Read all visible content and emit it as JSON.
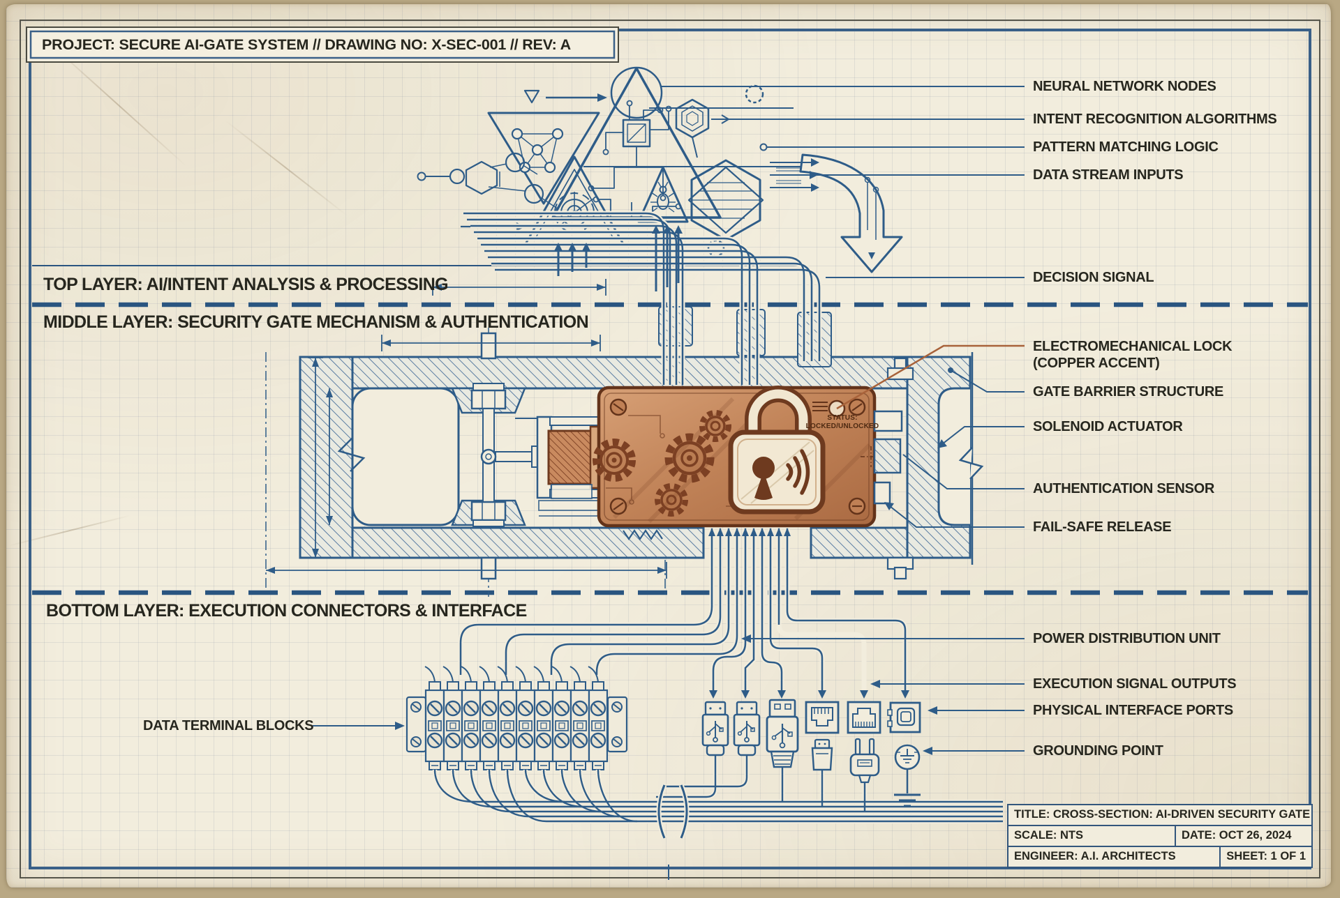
{
  "banner": {
    "text": "PROJECT: SECURE AI-GATE SYSTEM // DRAWING NO: X-SEC-001 // REV: A"
  },
  "layers": {
    "top": "TOP LAYER: AI/INTENT ANALYSIS & PROCESSING",
    "middle": "MIDDLE LAYER: SECURITY GATE MECHANISM & AUTHENTICATION",
    "bottom": "BOTTOM LAYER: EXECUTION CONNECTORS & INTERFACE"
  },
  "callouts": {
    "neural": "NEURAL NETWORK NODES",
    "intent": "INTENT RECOGNITION ALGORITHMS",
    "pattern": "PATTERN MATCHING LOGIC",
    "data_stream": "DATA STREAM INPUTS",
    "decision": "DECISION SIGNAL",
    "electro_lock": "ELECTROMECHANICAL LOCK\n(COPPER ACCENT)",
    "gate_barrier": "GATE BARRIER STRUCTURE",
    "solenoid": "SOLENOID ACTUATOR",
    "auth_sensor": "AUTHENTICATION SENSOR",
    "fail_safe": "FAIL-SAFE RELEASE",
    "power": "POWER DISTRIBUTION UNIT",
    "exec_outputs": "EXECUTION SIGNAL OUTPUTS",
    "interface_ports": "PHYSICAL INTERFACE PORTS",
    "grounding": "GROUNDING POINT",
    "terminal_blocks": "DATA TERMINAL BLOCKS"
  },
  "lock": {
    "status_line1": "STATUS:",
    "status_line2": "LOCKED/UNLOCKED"
  },
  "title_block": {
    "title": "TITLE: CROSS-SECTION: AI-DRIVEN SECURITY GATE",
    "scale": "SCALE: NTS",
    "date": "DATE: OCT 26, 2024",
    "engineer": "ENGINEER: A.I. ARCHITECTS",
    "sheet": "SHEET: 1 OF 1"
  },
  "colors": {
    "ink": "#2e5c88",
    "divider": "#2a5580",
    "copper": "#b5754a",
    "copper_dark": "#6e3a1f",
    "paper": "#f2eddd",
    "text": "#26261e"
  }
}
